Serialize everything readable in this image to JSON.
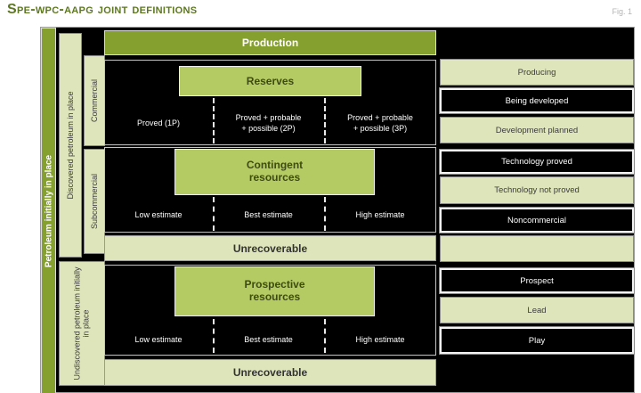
{
  "header": {
    "title": "Spe-wpc-aapg joint definitions",
    "figure_label": "Fig. 1"
  },
  "colors": {
    "dark_olive": "#86a02f",
    "mid_green": "#b4ca62",
    "light_green": "#dfe5ba",
    "panel_black": "#000000",
    "title_green": "#5d7820"
  },
  "sidebar": {
    "petroleum_in_place": "Petroleum initially in place",
    "discovered": "Discovered petroleum in place",
    "undiscovered": "Undiscovered petroleum initially in place",
    "commercial": "Commercial",
    "subcommercial": "Subcommercial"
  },
  "main": {
    "production": "Production",
    "reserves": {
      "title": "Reserves",
      "low": "Proved (1P)",
      "best": "Proved + probable + possible (2P)",
      "high": "Proved + probable + possible (3P)"
    },
    "contingent": {
      "title": "Contingent resources"
    },
    "prospective": {
      "title": "Prospective resources"
    },
    "estimates": {
      "low": "Low estimate",
      "best": "Best estimate",
      "high": "High estimate"
    },
    "unrecoverable": "Unrecoverable"
  },
  "right_column": {
    "rows": [
      {
        "label": "Producing",
        "variant": "light"
      },
      {
        "label": "Being developed",
        "variant": "dark"
      },
      {
        "label": "Development planned",
        "variant": "light"
      },
      {
        "label": "Technology proved",
        "variant": "dark"
      },
      {
        "label": "Technology not proved",
        "variant": "light"
      },
      {
        "label": "Noncommercial",
        "variant": "dark"
      },
      {
        "label": "",
        "variant": "light"
      },
      {
        "label": "Prospect",
        "variant": "dark"
      },
      {
        "label": "Lead",
        "variant": "light"
      },
      {
        "label": "Play",
        "variant": "dark"
      }
    ]
  }
}
